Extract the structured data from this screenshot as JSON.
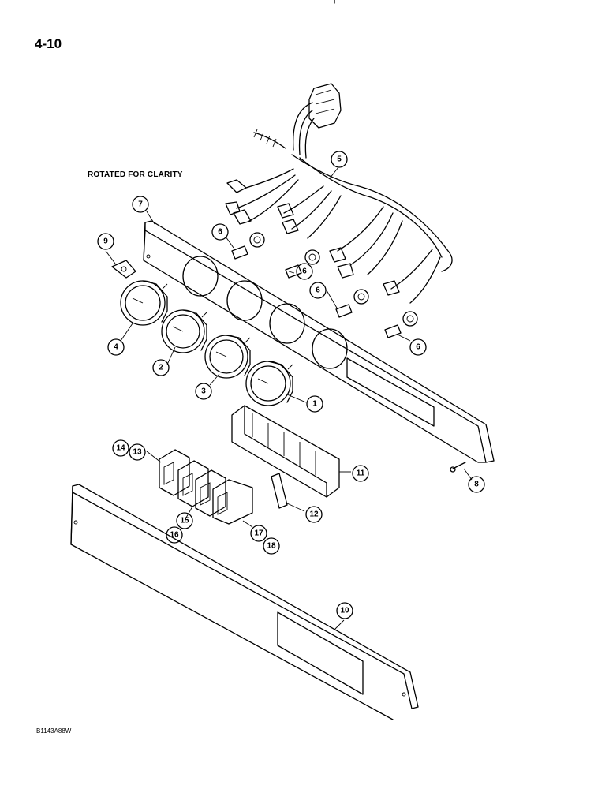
{
  "header": {
    "page_number": "4-10"
  },
  "note": {
    "text": "ROTATED FOR CLARITY"
  },
  "footer": {
    "figure_code": "B1143A88W"
  },
  "callouts": [
    {
      "id": "c1",
      "label": "1"
    },
    {
      "id": "c2",
      "label": "2"
    },
    {
      "id": "c3",
      "label": "3"
    },
    {
      "id": "c4",
      "label": "4"
    },
    {
      "id": "c5",
      "label": "5"
    },
    {
      "id": "c6a",
      "label": "6"
    },
    {
      "id": "c6b",
      "label": "6"
    },
    {
      "id": "c6c",
      "label": "6"
    },
    {
      "id": "c6d",
      "label": "6"
    },
    {
      "id": "c7",
      "label": "7"
    },
    {
      "id": "c8",
      "label": "8"
    },
    {
      "id": "c9",
      "label": "9"
    },
    {
      "id": "c10",
      "label": "10"
    },
    {
      "id": "c11",
      "label": "11"
    },
    {
      "id": "c12",
      "label": "12"
    },
    {
      "id": "c13",
      "label": "13"
    },
    {
      "id": "c14",
      "label": "14"
    },
    {
      "id": "c15",
      "label": "15"
    },
    {
      "id": "c16",
      "label": "16"
    },
    {
      "id": "c17",
      "label": "17"
    },
    {
      "id": "c18",
      "label": "18"
    }
  ]
}
